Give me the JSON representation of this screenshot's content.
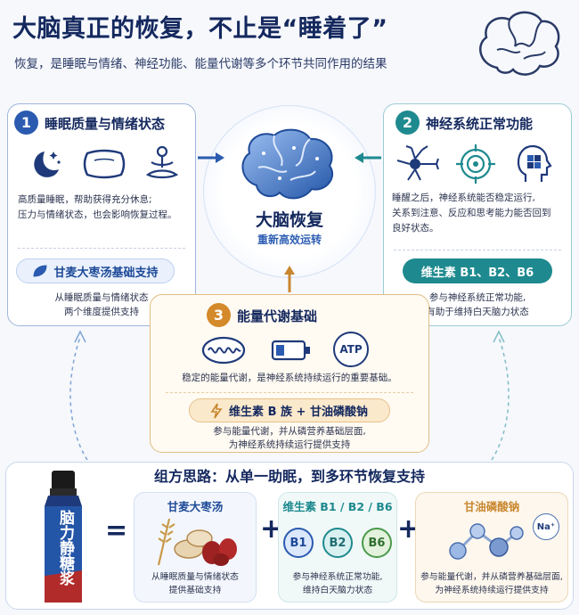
{
  "header": {
    "title": "大脑真正的恢复，不止是“睡着了”",
    "subtitle": "恢复，是睡眠与情绪、神经功能、能量代谢等多个环节共同作用的结果"
  },
  "center": {
    "title": "大脑恢复",
    "subtitle": "重新高效运转"
  },
  "card1": {
    "number": "1",
    "title": "睡眠质量与情绪状态",
    "text_line1": "高质量睡眠，帮助获得充分休息;",
    "text_line2": "压力与情绪状态，也会影响恢复过程。",
    "pill": "甘麦大枣汤基础支持",
    "note_line1": "从睡眠质量与情绪状态",
    "note_line2": "两个维度提供支持",
    "icons": [
      "moon-stars-icon",
      "pillow-icon",
      "meditation-icon"
    ]
  },
  "card2": {
    "number": "2",
    "title": "神经系统正常功能",
    "text_line1": "睡醒之后，神经系统能否稳定运行,",
    "text_line2": "关系到注意、反应和思考能力能否回到",
    "text_line3": "良好状态。",
    "pill": "维生素 B1、B2、B6",
    "note_line1": "参与神经系统正常功能,",
    "note_line2": "有助于维持白天脑力状态",
    "icons": [
      "neuron-icon",
      "target-icon",
      "head-puzzle-icon"
    ]
  },
  "card3": {
    "number": "3",
    "title": "能量代谢基础",
    "text_line1": "稳定的能量代谢，是神经系统持续运行的重要基础。",
    "atp_label": "ATP",
    "pill": "维生素 B 族 + 甘油磷酸钠",
    "note_line1": "参与能量代谢，并从磷营养基础层面,",
    "note_line2": "为神经系统持续运行提供支持",
    "icons": [
      "mitochondria-icon",
      "battery-icon",
      "atp-icon"
    ]
  },
  "bottom": {
    "heading": "组方思路：从单一助眠，到多环节恢复支持",
    "product_label": "脑力静糖浆",
    "equals": "=",
    "plus": "+",
    "ingredients": [
      {
        "title": "甘麦大枣汤",
        "line1": "从睡眠质量与情绪状态",
        "line2": "提供基础支持"
      },
      {
        "title": "维生素 B1 / B2 / B6",
        "b1": "B1",
        "b2": "B2",
        "b6": "B6",
        "line1": "参与神经系统正常功能,",
        "line2": "维持白天脑力状态"
      },
      {
        "title": "甘油磷酸钠",
        "na": "Na⁺",
        "line1": "参与能量代谢，并从磷营养基础层面,",
        "line2": "为神经系统持续运行提供支持"
      }
    ]
  },
  "colors": {
    "navy": "#14285e",
    "blue": "#2a5bb0",
    "teal": "#1e8a8f",
    "orange": "#d4892a",
    "gold": "#c9872e"
  }
}
